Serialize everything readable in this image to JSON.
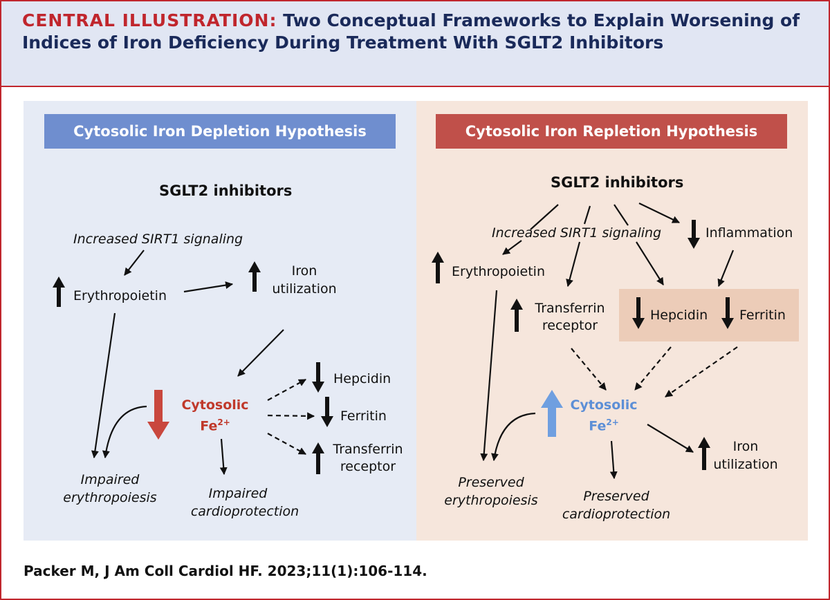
{
  "header": {
    "lead": "CENTRAL ILLUSTRATION:",
    "title": "Two Conceptual Frameworks to Explain Worsening of Indices of Iron Deficiency During Treatment With SGLT2 Inhibitors"
  },
  "left_panel": {
    "title": "Cytosolic Iron Depletion Hypothesis",
    "sglt2": "SGLT2 inhibitors",
    "sirt1": "Increased SIRT1 signaling",
    "erythropoietin": "Erythropoietin",
    "iron_utilization_1": "Iron",
    "iron_utilization_2": "utilization",
    "cytosolic_1": "Cytosolic",
    "cytosolic_2": "Fe",
    "cytosolic_sup": "2+",
    "hepcidin": "Hepcidin",
    "ferritin": "Ferritin",
    "tfr_1": "Transferrin",
    "tfr_2": "receptor",
    "impaired_ery_1": "Impaired",
    "impaired_ery_2": "erythropoiesis",
    "impaired_cardio_1": "Impaired",
    "impaired_cardio_2": "cardioprotection"
  },
  "right_panel": {
    "title": "Cytosolic Iron Repletion Hypothesis",
    "sglt2": "SGLT2 inhibitors",
    "sirt1": "Increased SIRT1 signaling",
    "inflammation": "Inflammation",
    "erythropoietin": "Erythropoietin",
    "tfr_1": "Transferrin",
    "tfr_2": "receptor",
    "hepcidin": "Hepcidin",
    "ferritin": "Ferritin",
    "cytosolic_1": "Cytosolic",
    "cytosolic_2": "Fe",
    "cytosolic_sup": "2+",
    "preserved_ery_1": "Preserved",
    "preserved_ery_2": "erythropoiesis",
    "preserved_cardio_1": "Preserved",
    "preserved_cardio_2": "cardioprotection",
    "iron_utilization_1": "Iron",
    "iron_utilization_2": "utilization"
  },
  "citation": "Packer M, J Am Coll Cardiol HF. 2023;11(1):106-114.",
  "colors": {
    "border": "#c0262d",
    "header_bg": "#e1e6f3",
    "left_bg": "#e6ebf5",
    "right_bg": "#f6e6dc",
    "left_title_bg": "#6f8ecf",
    "right_title_bg": "#c0504a",
    "depletion_arrow": "#c9473d",
    "repletion_arrow": "#6f9fe0"
  }
}
